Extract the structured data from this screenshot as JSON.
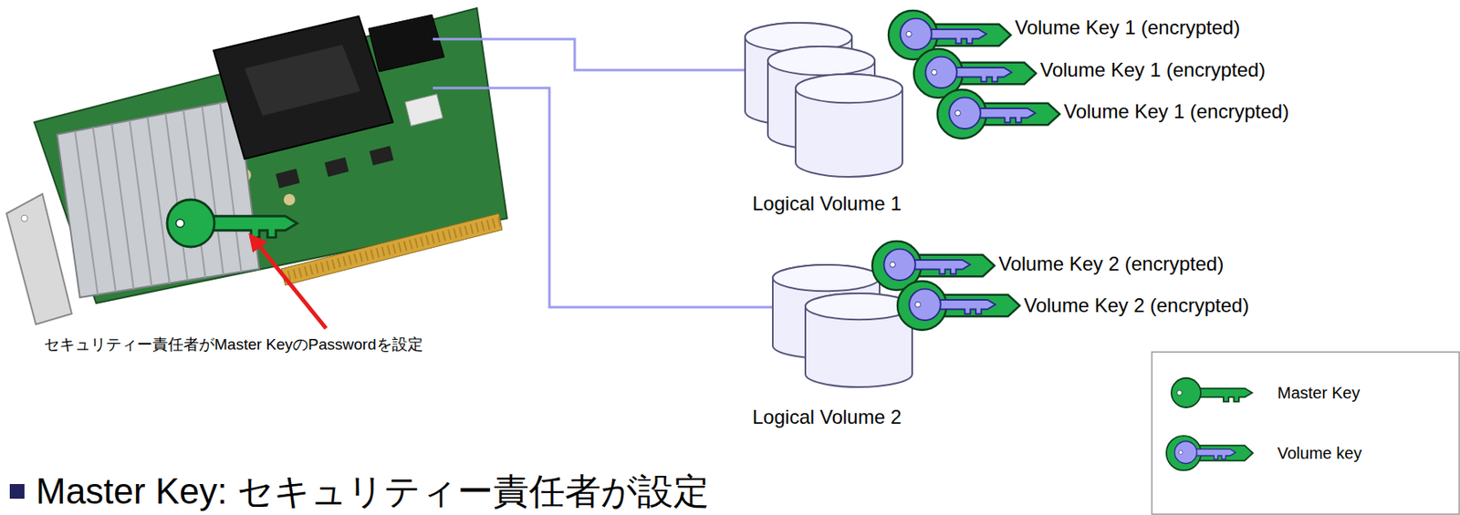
{
  "diagram": {
    "nodes": [
      {
        "text": [
          "Logical Volume 1"
        ]
      },
      {
        "text": [
          "Logical Volume 2"
        ]
      }
    ],
    "labels": [
      "セキュリティー責任者がMaster KeyのPasswordを設定",
      "Volume Key 1 (encrypted)",
      "Volume Key 1 (encrypted)",
      "Volume Key 1 (encrypted)",
      "Volume Key 2 (encrypted)",
      "Volume Key 2 (encrypted)",
      "Master Key: セキュリティー責任者が設定"
    ],
    "legend": [
      {
        "text": "Master Key"
      },
      {
        "text": "Volume key"
      }
    ]
  }
}
